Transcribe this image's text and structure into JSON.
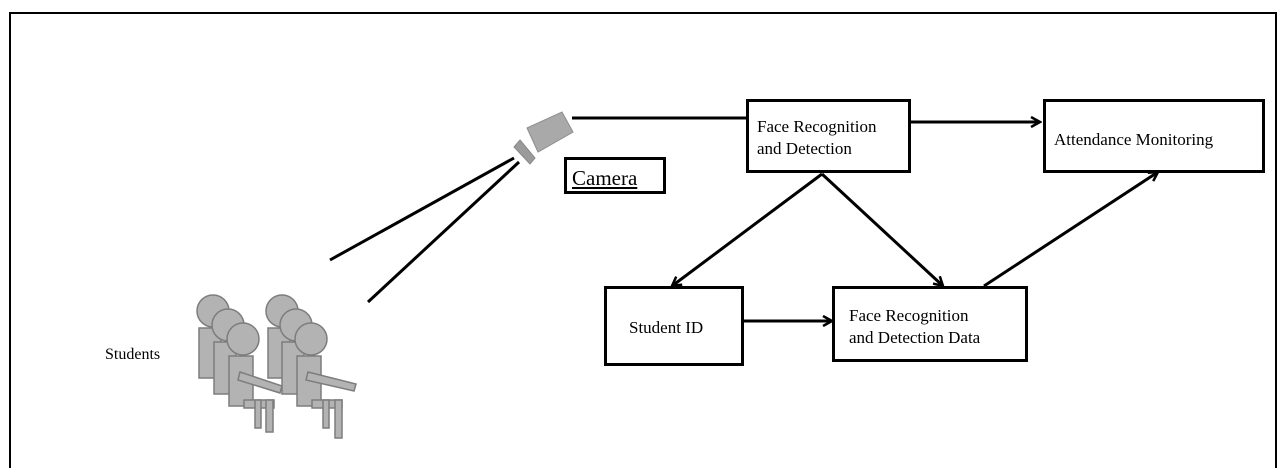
{
  "diagram": {
    "nodes": {
      "face_recognition": {
        "line1": "Face Recognition",
        "line2": "and Detection"
      },
      "attendance": {
        "label": "Attendance Monitoring"
      },
      "student_id": {
        "label": "Student ID"
      },
      "face_data": {
        "line1": "Face Recognition",
        "line2": "and Detection Data"
      },
      "camera": {
        "label": "Camera"
      },
      "students": {
        "label": "Students"
      }
    },
    "edges": [
      {
        "from": "camera",
        "to": "face_recognition"
      },
      {
        "from": "face_recognition",
        "to": "attendance"
      },
      {
        "from": "face_recognition",
        "to": "student_id"
      },
      {
        "from": "face_recognition",
        "to": "face_data"
      },
      {
        "from": "student_id",
        "to": "face_data"
      },
      {
        "from": "face_data",
        "to": "attendance"
      }
    ],
    "colors": {
      "line": "#000000",
      "figure_fill": "#b3b3b3",
      "figure_stroke": "#7d7d7d",
      "camera_fill": "#a6a6a6"
    }
  }
}
